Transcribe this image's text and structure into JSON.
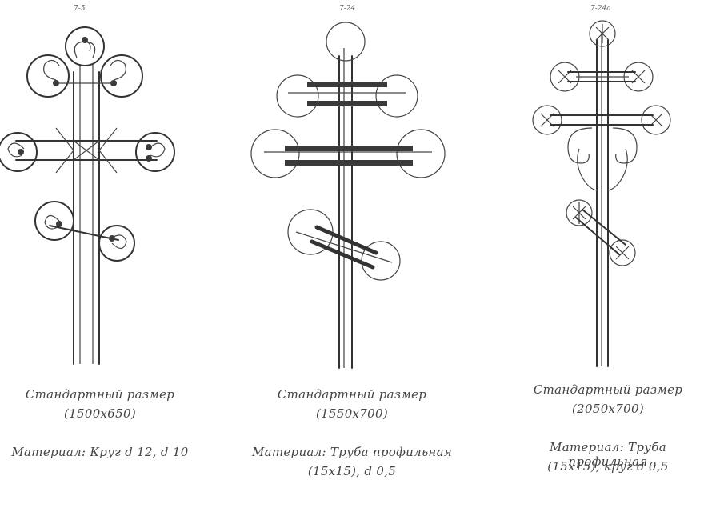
{
  "crosses": [
    {
      "code": "7-5",
      "size_label": "Стандартный размер",
      "size_value": "(1500x650)",
      "material_line1": "Материал: Круг d 12, d 10",
      "material_line2": ""
    },
    {
      "code": "7-24",
      "size_label": "Стандартный размер",
      "size_value": "(1550x700)",
      "material_line1": "Материал: Труба профильная",
      "material_line2": "(15x15), d 0,5"
    },
    {
      "code": "7-24а",
      "size_label": "Стандартный размер",
      "size_value": "(2050x700)",
      "material_line1": "Материал: Труба профильная",
      "material_line2": "(15x15), круг d 0,5"
    }
  ]
}
